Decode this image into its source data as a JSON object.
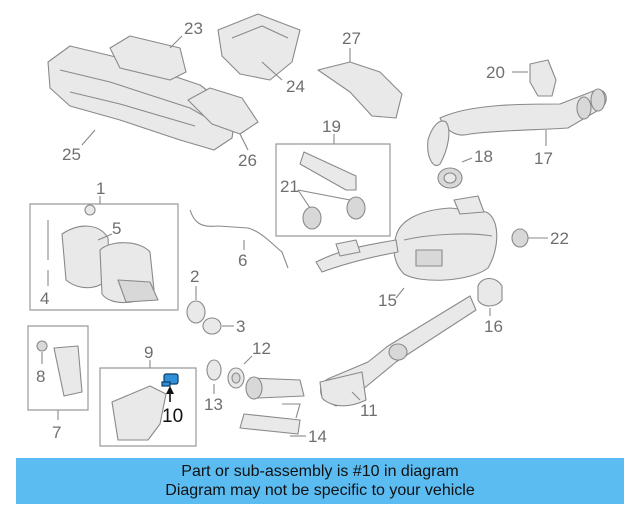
{
  "diagram": {
    "highlight_color": "#2f8fd8",
    "banner_color": "#5bbcf2",
    "callouts": [
      {
        "id": "1",
        "label": "1"
      },
      {
        "id": "2",
        "label": "2"
      },
      {
        "id": "3",
        "label": "3"
      },
      {
        "id": "4",
        "label": "4"
      },
      {
        "id": "5",
        "label": "5"
      },
      {
        "id": "6",
        "label": "6"
      },
      {
        "id": "7",
        "label": "7"
      },
      {
        "id": "8",
        "label": "8"
      },
      {
        "id": "9",
        "label": "9"
      },
      {
        "id": "10",
        "label": "10"
      },
      {
        "id": "11",
        "label": "11"
      },
      {
        "id": "12",
        "label": "12"
      },
      {
        "id": "13",
        "label": "13"
      },
      {
        "id": "14",
        "label": "14"
      },
      {
        "id": "15",
        "label": "15"
      },
      {
        "id": "16",
        "label": "16"
      },
      {
        "id": "17",
        "label": "17"
      },
      {
        "id": "18",
        "label": "18"
      },
      {
        "id": "19",
        "label": "19"
      },
      {
        "id": "20",
        "label": "20"
      },
      {
        "id": "21",
        "label": "21"
      },
      {
        "id": "22",
        "label": "22"
      },
      {
        "id": "23",
        "label": "23"
      },
      {
        "id": "24",
        "label": "24"
      },
      {
        "id": "25",
        "label": "25"
      },
      {
        "id": "26",
        "label": "26"
      },
      {
        "id": "27",
        "label": "27"
      }
    ],
    "highlighted_part": "10"
  },
  "banner": {
    "line1": "Part or sub-assembly is #10 in diagram",
    "line2": "Diagram may not be specific to your vehicle"
  }
}
